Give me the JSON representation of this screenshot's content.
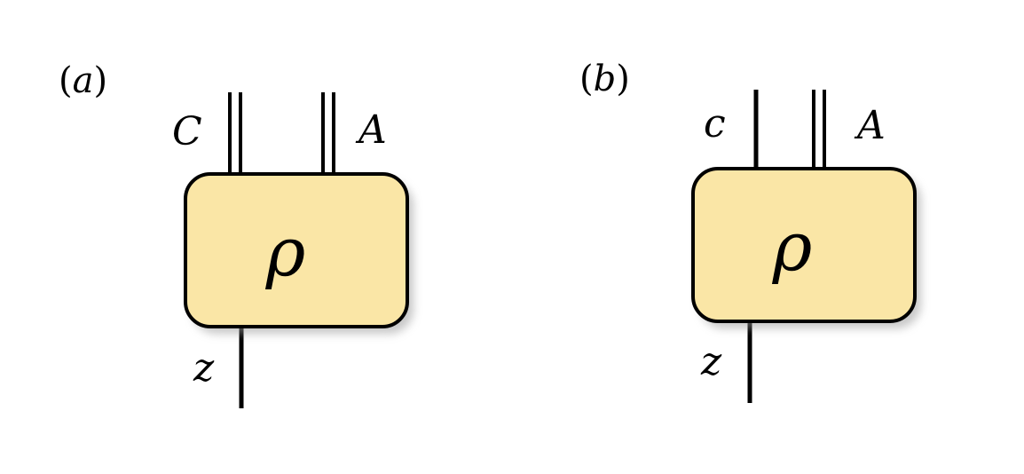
{
  "panels": [
    {
      "label_open": "(",
      "label_letter": "a",
      "label_close": ")",
      "box_label": "ρ",
      "top_left_wire_label": "C",
      "top_right_wire_label": "A",
      "bottom_wire_label": "z",
      "top_left_wire_style": "double",
      "top_right_wire_style": "double",
      "bottom_wire_style": "single"
    },
    {
      "label_open": "(",
      "label_letter": "b",
      "label_close": ")",
      "box_label": "ρ",
      "top_left_wire_label": "c",
      "top_right_wire_label": "A",
      "bottom_wire_label": "z",
      "top_left_wire_style": "single",
      "top_right_wire_style": "double",
      "bottom_wire_style": "single"
    }
  ],
  "colors": {
    "box_fill": "#FAE6A6",
    "box_stroke": "#000000",
    "wire": "#000000",
    "shadow": "#9a9a9a"
  }
}
